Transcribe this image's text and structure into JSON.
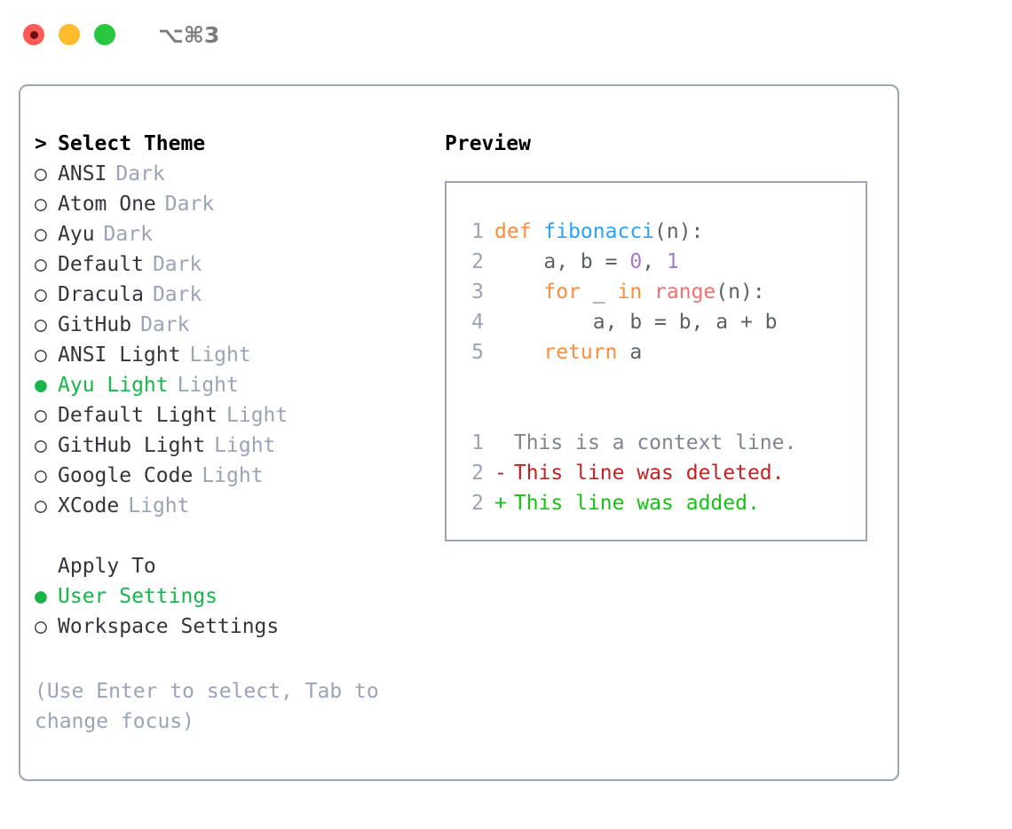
{
  "titlebar": {
    "shortcut": "⌥⌘3",
    "buttons": [
      {
        "name": "close",
        "color": "#fc5b57"
      },
      {
        "name": "minimize",
        "color": "#fdbc2e"
      },
      {
        "name": "maximize",
        "color": "#29c63f"
      }
    ]
  },
  "theme_panel": {
    "heading": "Select Theme",
    "heading_marker": ">",
    "items": [
      {
        "marker": "○",
        "label": "ANSI",
        "kind": "Dark",
        "selected": false
      },
      {
        "marker": "○",
        "label": "Atom One",
        "kind": "Dark",
        "selected": false
      },
      {
        "marker": "○",
        "label": "Ayu",
        "kind": "Dark",
        "selected": false
      },
      {
        "marker": "○",
        "label": "Default",
        "kind": "Dark",
        "selected": false
      },
      {
        "marker": "○",
        "label": "Dracula",
        "kind": "Dark",
        "selected": false
      },
      {
        "marker": "○",
        "label": "GitHub",
        "kind": "Dark",
        "selected": false
      },
      {
        "marker": "○",
        "label": "ANSI Light",
        "kind": "Light",
        "selected": false
      },
      {
        "marker": "●",
        "label": "Ayu Light",
        "kind": "Light",
        "selected": true
      },
      {
        "marker": "○",
        "label": "Default Light",
        "kind": "Light",
        "selected": false
      },
      {
        "marker": "○",
        "label": "GitHub Light",
        "kind": "Light",
        "selected": false
      },
      {
        "marker": "○",
        "label": "Google Code",
        "kind": "Light",
        "selected": false
      },
      {
        "marker": "○",
        "label": "XCode",
        "kind": "Light",
        "selected": false
      }
    ]
  },
  "apply_to": {
    "heading": "Apply To",
    "items": [
      {
        "marker": "●",
        "label": "User Settings",
        "selected": true
      },
      {
        "marker": "○",
        "label": "Workspace Settings",
        "selected": false
      }
    ]
  },
  "hint": "(Use Enter to select, Tab to change focus)",
  "preview": {
    "title": "Preview",
    "code_lines": [
      {
        "lineno": "1",
        "tokens": [
          {
            "text": "def ",
            "type": "kw"
          },
          {
            "text": "fibonacci",
            "type": "fn"
          },
          {
            "text": "(n):",
            "type": "plain"
          }
        ]
      },
      {
        "lineno": "2",
        "tokens": [
          {
            "text": "    a, b = ",
            "type": "plain"
          },
          {
            "text": "0",
            "type": "num"
          },
          {
            "text": ", ",
            "type": "plain"
          },
          {
            "text": "1",
            "type": "num"
          }
        ]
      },
      {
        "lineno": "3",
        "tokens": [
          {
            "text": "    ",
            "type": "plain"
          },
          {
            "text": "for",
            "type": "kw"
          },
          {
            "text": " _ ",
            "type": "plain"
          },
          {
            "text": "in",
            "type": "kw"
          },
          {
            "text": " ",
            "type": "plain"
          },
          {
            "text": "range",
            "type": "call"
          },
          {
            "text": "(n):",
            "type": "plain"
          }
        ]
      },
      {
        "lineno": "4",
        "tokens": [
          {
            "text": "        a, b = b, a + b",
            "type": "plain"
          }
        ]
      },
      {
        "lineno": "5",
        "tokens": [
          {
            "text": "    ",
            "type": "plain"
          },
          {
            "text": "return",
            "type": "kw"
          },
          {
            "text": " a",
            "type": "plain"
          }
        ]
      }
    ],
    "diff_lines": [
      {
        "lineno": "1",
        "sign": " ",
        "text": "This is a context line.",
        "type": "context"
      },
      {
        "lineno": "2",
        "sign": "-",
        "text": "This line was deleted.",
        "type": "deleted"
      },
      {
        "lineno": "2",
        "sign": "+",
        "text": "This line was added.",
        "type": "added"
      }
    ]
  },
  "colors": {
    "accent_green": "#17b54a",
    "border": "#9ba5b4",
    "muted": "#9aa4b6",
    "keyword": "#fa8d3e",
    "function": "#2aa3f0",
    "number": "#a37acc",
    "call": "#f07171",
    "diff_add": "#14c414",
    "diff_del": "#c32222"
  }
}
